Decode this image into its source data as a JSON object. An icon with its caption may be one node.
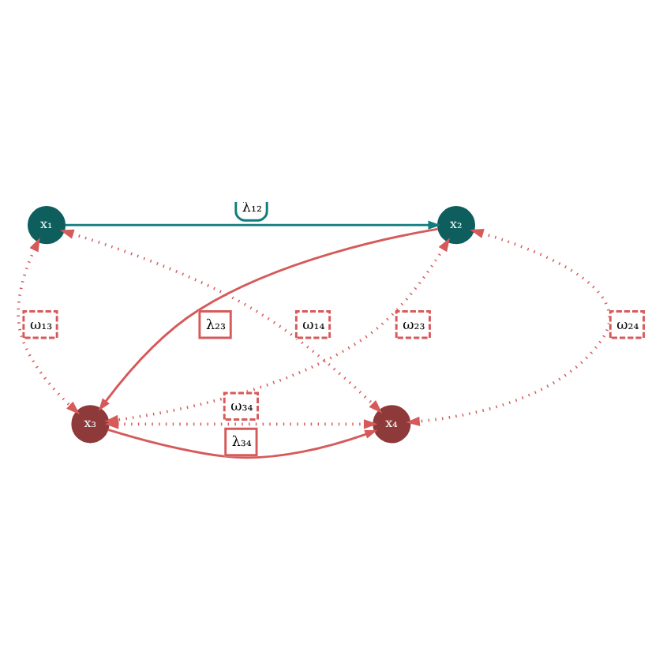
{
  "diagram": {
    "nodes": [
      {
        "text": [
          "x₁"
        ]
      },
      {
        "text": [
          "x₂"
        ]
      },
      {
        "text": [
          "x₃"
        ]
      },
      {
        "text": [
          "x₄"
        ]
      }
    ],
    "edges": [
      {
        "from": 0,
        "to": 1,
        "arrow": "to",
        "label": "λ₁₂",
        "color": "#127c7c"
      },
      {
        "from": 1,
        "to": 2,
        "arrow": "to",
        "label": "λ₂₃"
      },
      {
        "from": 2,
        "to": 3,
        "arrow": "to",
        "label": "λ₃₄"
      },
      {
        "from": 0,
        "to": 2,
        "arrow": "both",
        "label": "ω₁₃",
        "style": "dashed"
      },
      {
        "from": 1,
        "to": 2,
        "arrow": "both",
        "label": "ω₂₃",
        "style": "dashed"
      },
      {
        "from": 0,
        "to": 3,
        "arrow": "both",
        "label": "ω₁₄",
        "style": "dashed"
      },
      {
        "from": 1,
        "to": 3,
        "arrow": "both",
        "label": "ω₂₄",
        "style": "dashed"
      },
      {
        "from": 2,
        "to": 3,
        "arrow": "both",
        "label": "ω₃₄",
        "style": "dashed"
      }
    ]
  }
}
